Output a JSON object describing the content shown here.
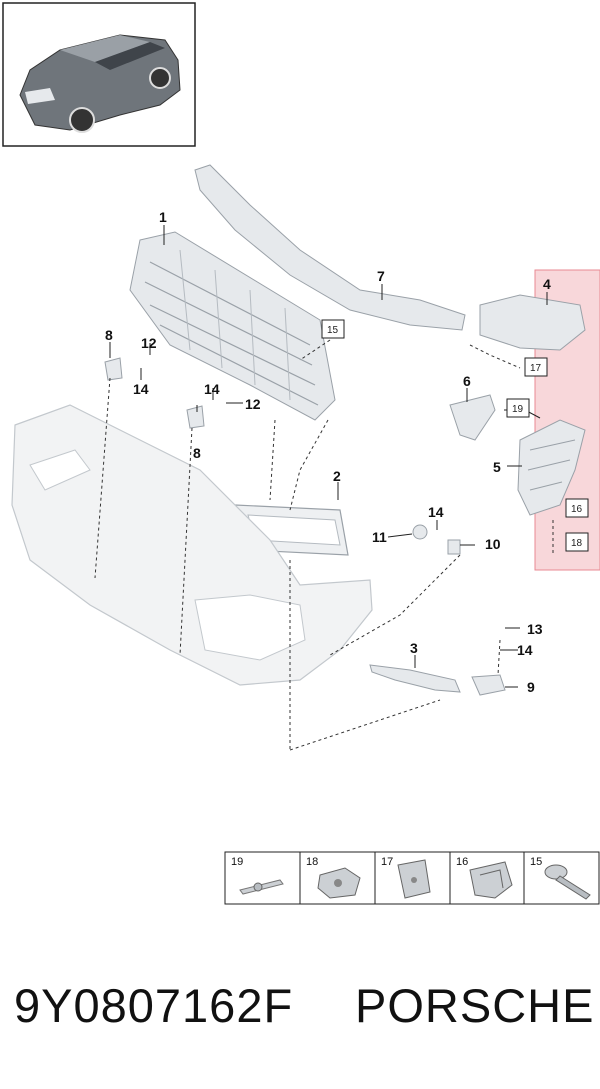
{
  "callouts": {
    "c1": "1",
    "c2": "2",
    "c3": "3",
    "c4": "4",
    "c5": "5",
    "c6": "6",
    "c7": "7",
    "c8a": "8",
    "c8b": "8",
    "c9": "9",
    "c10": "10",
    "c11": "11",
    "c12a": "12",
    "c12b": "12",
    "c13": "13",
    "c14a": "14",
    "c14b": "14",
    "c14c": "14",
    "c14d": "14",
    "b15": "15",
    "b16": "16",
    "b17": "17",
    "b18": "18",
    "b19": "19"
  },
  "legend": [
    {
      "num": "19",
      "icon": "rivet-icon"
    },
    {
      "num": "18",
      "icon": "clip-nut-icon"
    },
    {
      "num": "17",
      "icon": "bracket-clip-icon"
    },
    {
      "num": "16",
      "icon": "retainer-clip-icon"
    },
    {
      "num": "15",
      "icon": "screw-icon"
    }
  ],
  "footer": {
    "part_number": "9Y0807162F",
    "brand": "PORSCHE"
  },
  "colors": {
    "highlight": "#f8d7da",
    "highlight_border": "#e88a93",
    "part_fill": "#e6e9ec",
    "part_stroke": "#9aa1a8"
  }
}
